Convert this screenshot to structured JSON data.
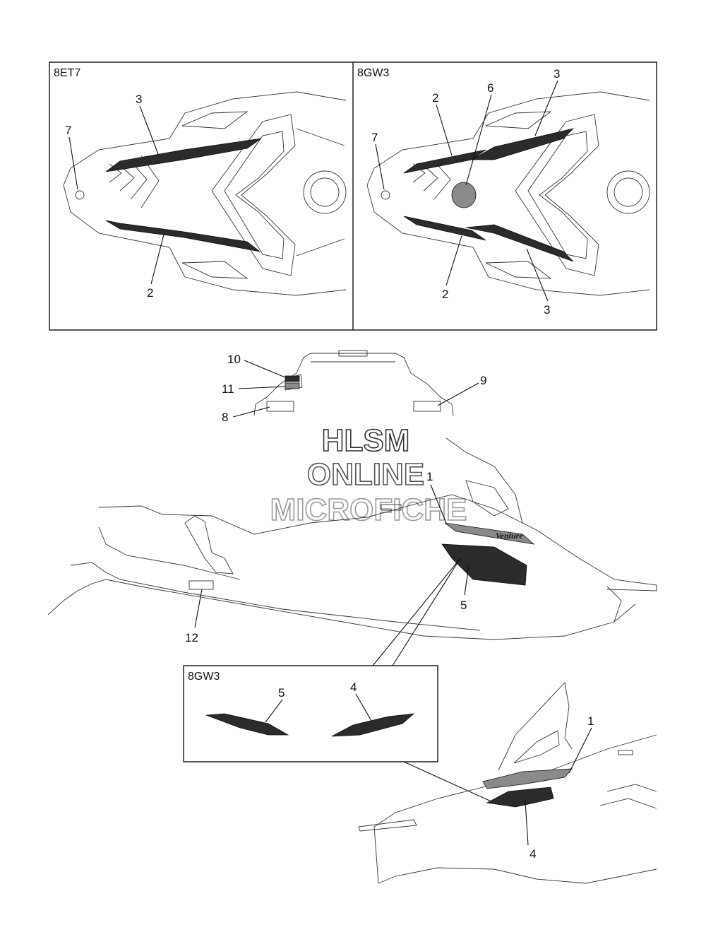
{
  "panels": {
    "top_left_code": "8ET7",
    "top_right_code": "8GW3",
    "detail_code": "8GW3"
  },
  "callouts": {
    "tl_3": "3",
    "tl_7": "7",
    "tl_2": "2",
    "tr_2a": "2",
    "tr_6": "6",
    "tr_3a": "3",
    "tr_7": "7",
    "tr_2b": "2",
    "tr_3b": "3",
    "rear_10": "10",
    "rear_11": "11",
    "rear_8": "8",
    "rear_9": "9",
    "side_1": "1",
    "side_5": "5",
    "side_12": "12",
    "detail_5": "5",
    "detail_4": "4",
    "front_1": "1",
    "front_4": "4"
  },
  "watermark": {
    "line1": "HLSM",
    "line2": "ONLINE",
    "line3": "MICROFICHE"
  },
  "decal_brand_text": "Venture",
  "colors": {
    "line": "#111111",
    "decal_dark": "#2b2b2b",
    "decal_light": "#8a8a8a",
    "watermark_stroke_1": "#333333",
    "watermark_stroke_2": "#555555",
    "watermark_stroke_3": "#9a9a9a"
  }
}
